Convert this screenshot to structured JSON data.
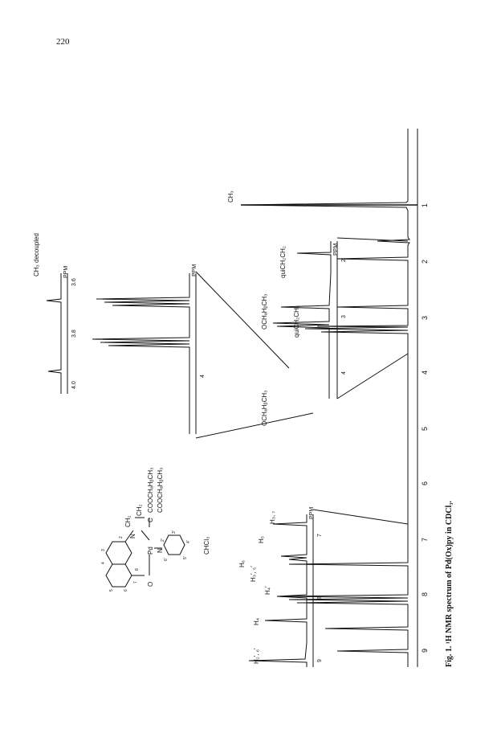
{
  "page_number": "220",
  "caption": "Fig. 1. ¹H NMR spectrum of Pd(Ox)py in CDCl₃.",
  "structure": {
    "labels": [
      "CH₂",
      "CH₂",
      "COOCHₐHᵦCH₃",
      "COOCHₐHᵦCH₃",
      "Pd",
      "N",
      "N",
      "O",
      "C"
    ],
    "ring_numbers": [
      "2",
      "3",
      "4",
      "5",
      "6",
      "7",
      "8",
      "2'",
      "3'",
      "4'",
      "5'",
      "6'"
    ]
  },
  "peak_labels": {
    "ch3": "CH₃",
    "ch3_decoupled": "CH₃  decoupled",
    "qui_ch2_b": "quiCH₂CH₂",
    "qui_ch2_a": "quiCH₂CH₂",
    "och_a": "OCHₐHᵦCH₃",
    "och_b": "OCHₐHᵦCH₃",
    "chcl3": "CHCl₃",
    "h3_7": "H₃, ₇",
    "h5": "H₅",
    "h6": "H₆",
    "h3p5p": "H₃′, ₅′",
    "h4p": "H₄′",
    "h4": "H₄",
    "h2p6p": "H₂′, ₆′"
  },
  "ppm_label": "PPM",
  "main_axis_ticks": [
    "1",
    "2",
    "3",
    "4",
    "5",
    "6",
    "7",
    "8",
    "9"
  ],
  "inset_aliphatic_ticks": [
    "2",
    "3",
    "4"
  ],
  "inset_methylene_ticks": [
    "4"
  ],
  "inset_decoupled_ticks": [
    "4.0",
    "3.8",
    "3.6"
  ],
  "inset_aromatic_ticks": [
    "7",
    "8",
    "9"
  ]
}
